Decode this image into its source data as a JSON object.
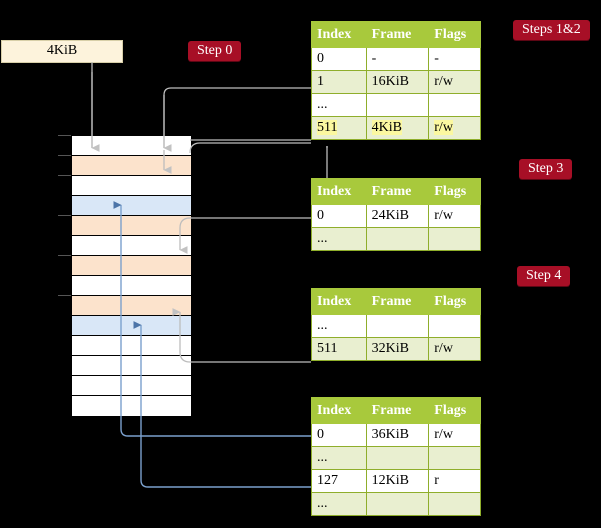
{
  "title": "Multi-level page table walk diagram",
  "labels": {
    "step0": "Step 0",
    "steps12": "Steps 1&2",
    "step3": "Step 3",
    "step4": "Step 4",
    "virtual_address": "4KiB"
  },
  "colors": {
    "badge_bg": "#a70f26",
    "badge_text": "#ffffff",
    "table_header_bg": "#a8c93c",
    "table_row_alt_bg": "#e9efd0",
    "table_border": "#8fae2b",
    "highlight": "#fbf8a0",
    "va_box_bg": "#fdf3dc",
    "mem_peach": "#fce3cc",
    "mem_blue": "#d9e7f7",
    "arrow_gray": "#b0b0b0",
    "arrow_blue": "#5b83b5",
    "background": "#000000"
  },
  "table_columns": [
    "Index",
    "Frame",
    "Flags"
  ],
  "tables": [
    {
      "name": "pml4-table",
      "step": "Steps 1&2",
      "rows": [
        {
          "index": "0",
          "frame": "-",
          "flags": "-",
          "highlight": false
        },
        {
          "index": "1",
          "frame": "16KiB",
          "flags": "r/w",
          "highlight": false
        },
        {
          "index": "...",
          "frame": "",
          "flags": "",
          "highlight": false
        },
        {
          "index": "511",
          "frame": "4KiB",
          "flags": "r/w",
          "highlight": true
        }
      ]
    },
    {
      "name": "pdp-table",
      "step": "Step 3",
      "rows": [
        {
          "index": "0",
          "frame": "24KiB",
          "flags": "r/w",
          "highlight": false
        },
        {
          "index": "...",
          "frame": "",
          "flags": "",
          "highlight": false
        }
      ]
    },
    {
      "name": "pd-table",
      "step": "Step 4",
      "rows": [
        {
          "index": "...",
          "frame": "",
          "flags": "",
          "highlight": false
        },
        {
          "index": "511",
          "frame": "32KiB",
          "flags": "r/w",
          "highlight": false
        }
      ]
    },
    {
      "name": "pt-table",
      "step": "",
      "rows": [
        {
          "index": "0",
          "frame": "36KiB",
          "flags": "r/w",
          "highlight": false
        },
        {
          "index": "...",
          "frame": "",
          "flags": "",
          "highlight": false
        },
        {
          "index": "127",
          "frame": "12KiB",
          "flags": "r",
          "highlight": false
        },
        {
          "index": "...",
          "frame": "",
          "flags": "",
          "highlight": false
        }
      ]
    }
  ],
  "memory_column": {
    "name": "physical-memory",
    "row_count": 14,
    "rows": [
      {
        "i": 0,
        "fill": "white",
        "tick": true
      },
      {
        "i": 1,
        "fill": "peach",
        "tick": true
      },
      {
        "i": 2,
        "fill": "white",
        "tick": true
      },
      {
        "i": 3,
        "fill": "blue",
        "tick": false
      },
      {
        "i": 4,
        "fill": "peach",
        "tick": true
      },
      {
        "i": 5,
        "fill": "white",
        "tick": false
      },
      {
        "i": 6,
        "fill": "peach",
        "tick": true
      },
      {
        "i": 7,
        "fill": "white",
        "tick": false
      },
      {
        "i": 8,
        "fill": "peach",
        "tick": true
      },
      {
        "i": 9,
        "fill": "blue",
        "tick": false
      },
      {
        "i": 10,
        "fill": "white",
        "tick": false
      },
      {
        "i": 11,
        "fill": "white",
        "tick": false
      },
      {
        "i": 12,
        "fill": "white",
        "tick": false
      },
      {
        "i": 13,
        "fill": "white",
        "tick": false
      }
    ]
  }
}
